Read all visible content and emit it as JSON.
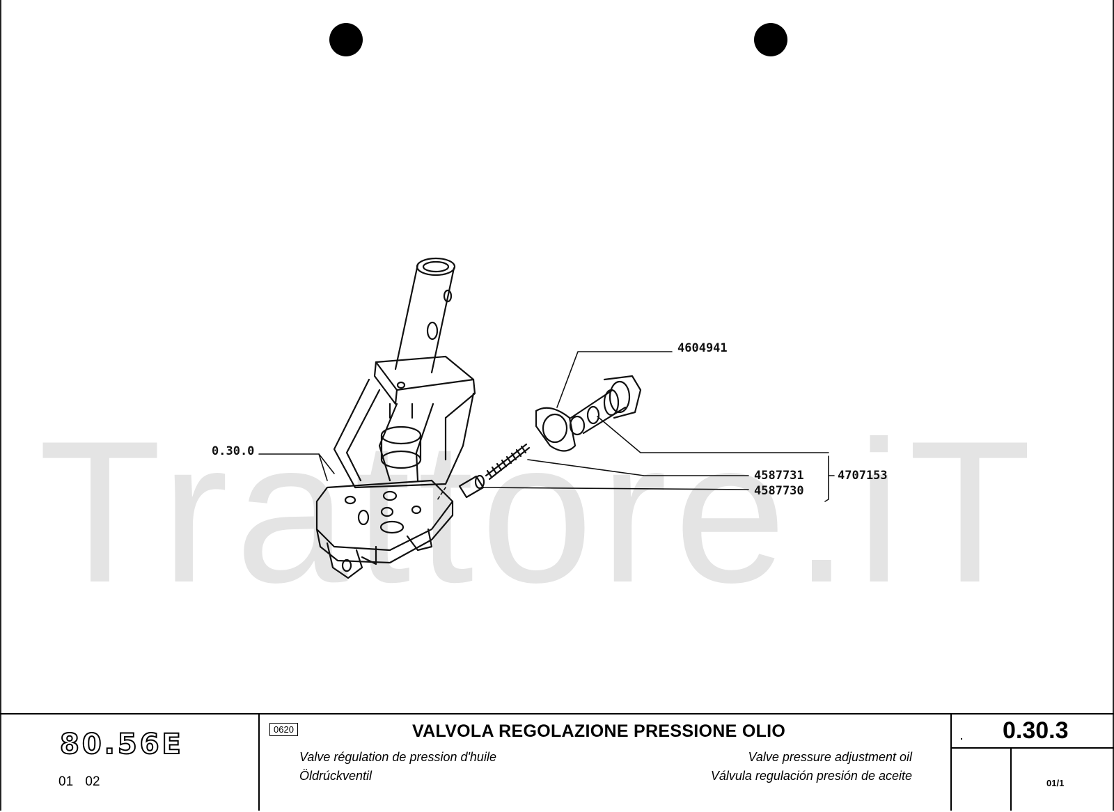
{
  "watermark": "Trattore.iT",
  "labels": {
    "assembly": "0.30.0",
    "gasket": "4604941",
    "spring": "4587731",
    "plunger": "4587730",
    "kit": "4707153"
  },
  "title_block": {
    "model": "80.56E",
    "model_sub": "01 02",
    "code": "0620",
    "title": "VALVOLA REGOLAZIONE PRESSIONE OLIO",
    "title_fr": "Valve régulation de pression d'huile",
    "title_de": "Öldrúckventil",
    "title_en": "Valve pressure adjustment oil",
    "title_es": "Válvula regulación presión de aceite",
    "table_no": "0.30.3",
    "sheet": "01/1"
  }
}
